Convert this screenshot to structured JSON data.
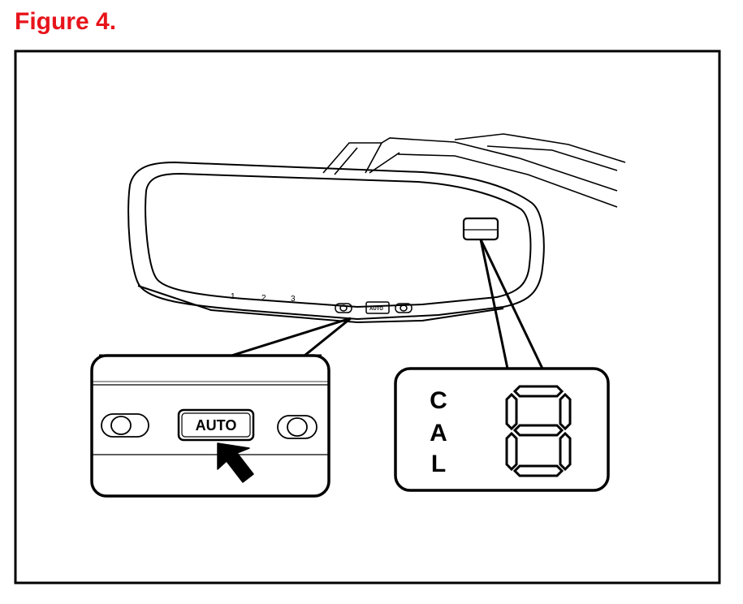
{
  "title": "Figure 4.",
  "colors": {
    "title": "#e8141b",
    "line": "#000000",
    "background": "#ffffff"
  },
  "mirror": {
    "position_labels": [
      "1",
      "2",
      "3"
    ],
    "auto_button_small": "AUTO"
  },
  "zoom_panel": {
    "auto_button_label": "AUTO",
    "left_indicator": "oval-button",
    "right_indicator": "oval-button"
  },
  "display_panel": {
    "letters": [
      "C",
      "A",
      "L"
    ],
    "digit": "8"
  },
  "icons": [
    "pointer-arrow-icon",
    "seven-segment-digit"
  ]
}
